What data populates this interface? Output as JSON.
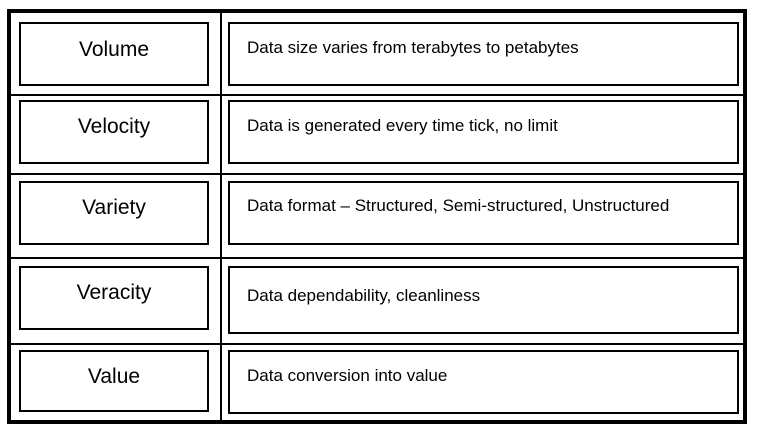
{
  "rows": [
    {
      "term": "Volume",
      "description": "Data size varies from terabytes to petabytes"
    },
    {
      "term": "Velocity",
      "description": "Data is generated every time tick, no limit"
    },
    {
      "term": "Variety",
      "description": "Data format – Structured, Semi-structured, Unstructured"
    },
    {
      "term": "Veracity",
      "description": "Data dependability, cleanliness"
    },
    {
      "term": "Value",
      "description": "Data conversion into value"
    }
  ]
}
